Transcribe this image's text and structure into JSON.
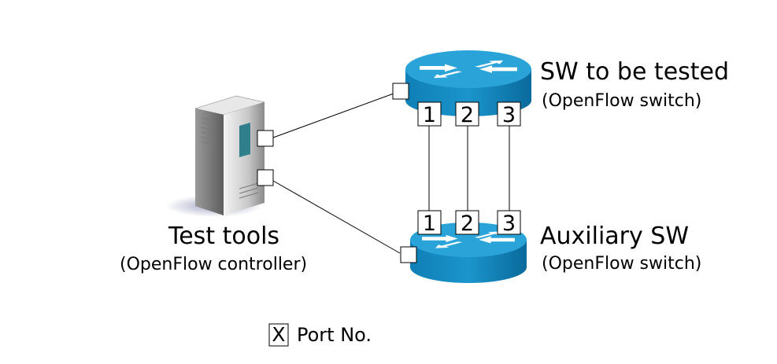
{
  "nodes": {
    "sw_tested": {
      "title": "SW to be tested",
      "subtitle": "(OpenFlow switch)"
    },
    "aux_sw": {
      "title": "Auxiliary SW",
      "subtitle": "(OpenFlow switch)"
    },
    "test_tools": {
      "title": "Test tools",
      "subtitle": "(OpenFlow controller)"
    }
  },
  "ports": {
    "sw_tested": [
      "1",
      "2",
      "3"
    ],
    "aux_sw": [
      "1",
      "2",
      "3"
    ]
  },
  "legend": {
    "symbol": "X",
    "text": "Port No."
  },
  "colors": {
    "router_top": "#1a8fc4",
    "router_side": "#0a73a8",
    "router_arrow": "#ffffff",
    "line": "#000000"
  },
  "icons": [
    "router-icon",
    "server-icon"
  ]
}
